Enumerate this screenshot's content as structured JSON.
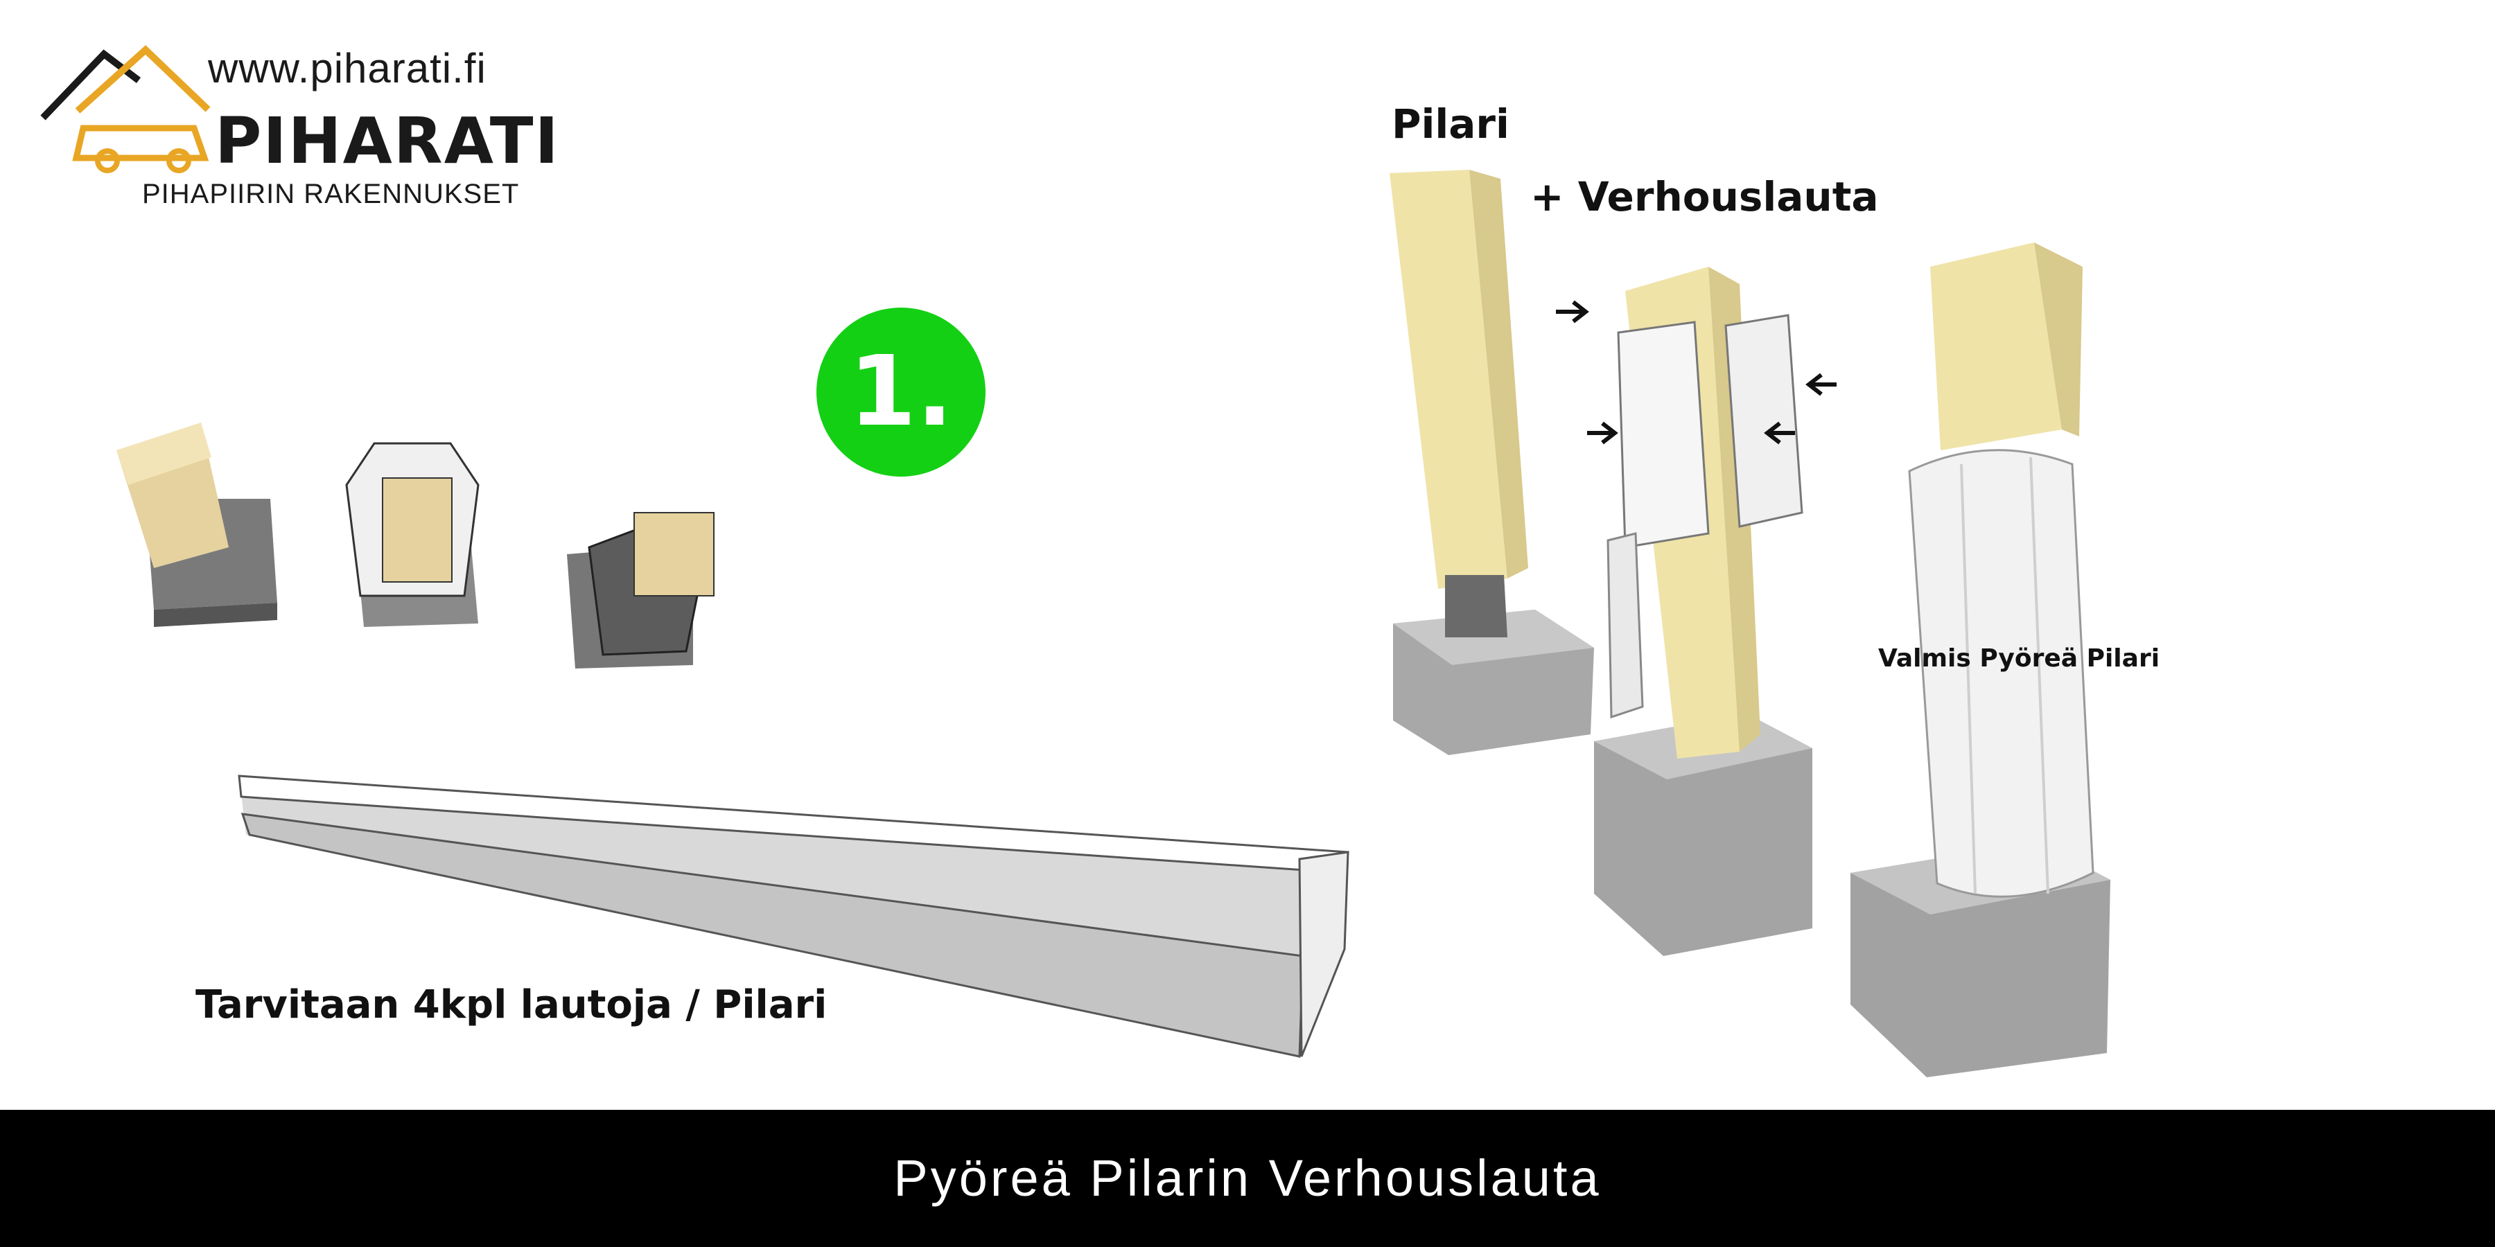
{
  "logo": {
    "url": "www.piharati.fi",
    "brand": "PIHARATI",
    "tagline": "PIHAPIIRIN RAKENNUKSET",
    "accent_color": "#e8a624"
  },
  "step_badge": {
    "text": "1.",
    "color": "#14d014"
  },
  "labels": {
    "pilari": "Pilari",
    "verhouslauta": "+ Verhouslauta",
    "valmis": "Valmis Pyöreä Pilari",
    "tarvitaan": "Tarvitaan 4kpl lautoja / Pilari"
  },
  "footer": {
    "title": "Pyöreä Pilarin Verhouslauta"
  }
}
